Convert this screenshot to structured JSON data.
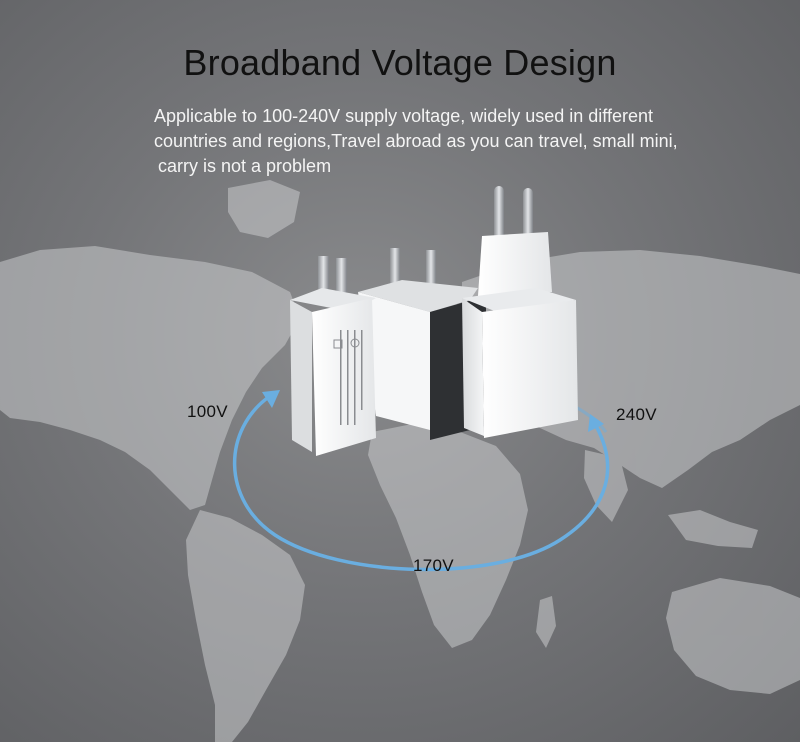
{
  "heading": "Broadband Voltage Design",
  "description": {
    "line1": "Applicable to 100-240V supply voltage, widely used in different",
    "line2": "countries and regions,Travel abroad as you can travel, small mini,",
    "line3": "carry is not a problem"
  },
  "voltage_labels": {
    "low": "100V",
    "mid": "170V",
    "high": "240V"
  },
  "colors": {
    "accent_arc": "#6aaee0",
    "title_text": "#111111",
    "description_text": "#f4f4f4",
    "charger_white": "#f3f4f5",
    "charger_black": "#2e3033"
  },
  "icons": {
    "arc": "curved-double-arrow",
    "background": "world-map",
    "product": "usb-wall-chargers"
  }
}
